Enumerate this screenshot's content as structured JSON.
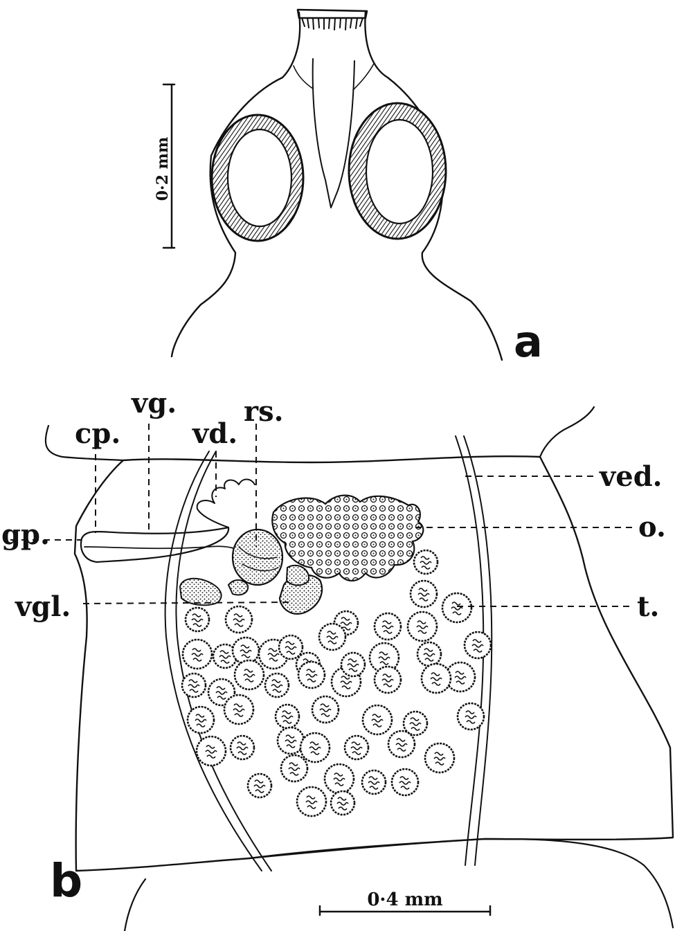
{
  "panel_a": {
    "letter": "a",
    "scale_label": "0·2 mm"
  },
  "panel_b": {
    "letter": "b",
    "scale_label": "0·4 mm",
    "labels": {
      "cp": "cp.",
      "vg": "vg.",
      "vd": "vd.",
      "rs": "rs.",
      "gp": "gp.",
      "vgl": "vgl.",
      "ved": "ved.",
      "o": "o.",
      "t": "t."
    }
  }
}
